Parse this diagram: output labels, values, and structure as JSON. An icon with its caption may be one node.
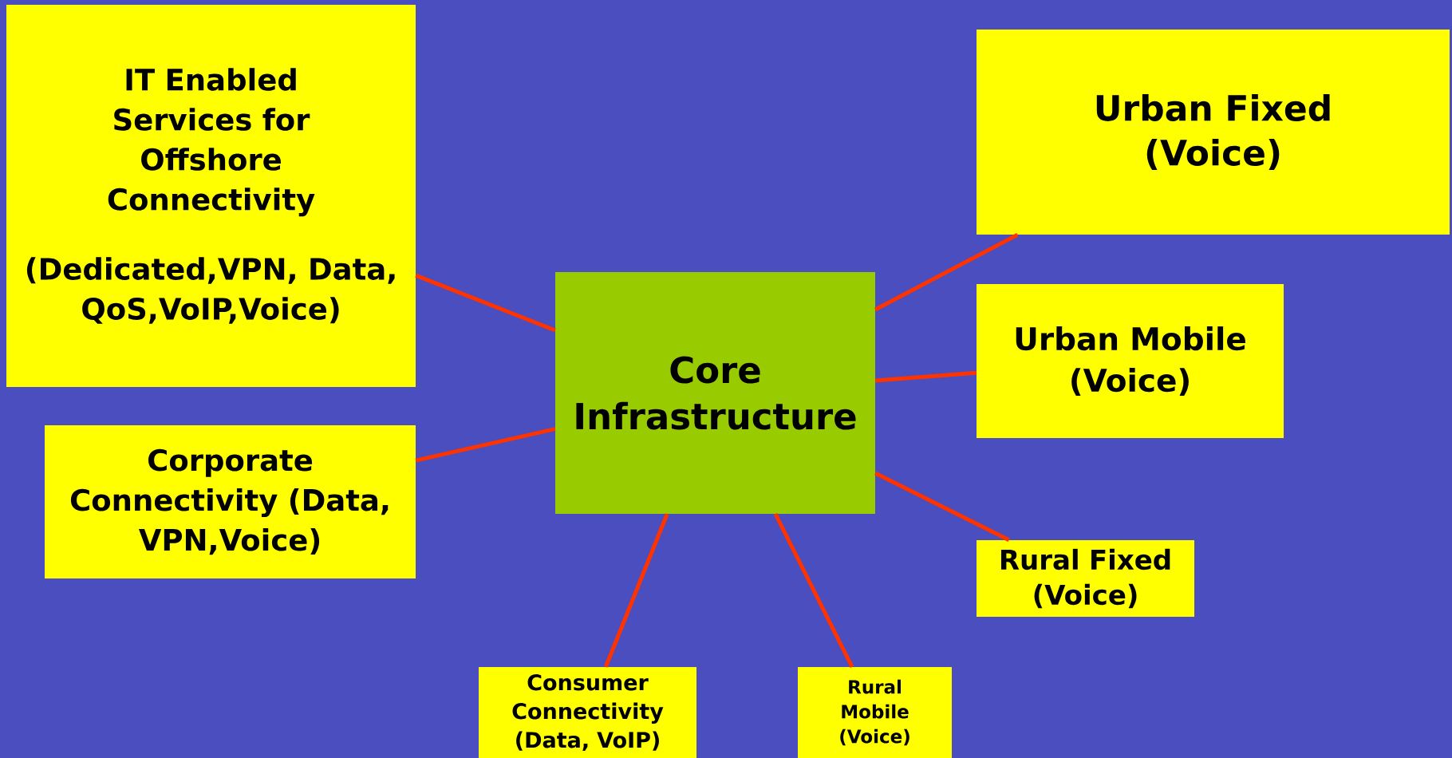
{
  "diagram": {
    "nodes": [
      {
        "text": [
          "IT Enabled Services for Offshore Connectivity",
          "(Dedicated,VPN, Data, QoS,VoIP,Voice)"
        ]
      },
      {
        "text": [
          "Urban Fixed (Voice)"
        ]
      },
      {
        "text": [
          "Urban Mobile (Voice)"
        ]
      },
      {
        "text": [
          "Core Infrastructure"
        ]
      },
      {
        "text": [
          "Corporate Connectivity (Data, VPN,Voice)"
        ]
      },
      {
        "text": [
          "Rural Fixed (Voice)"
        ]
      },
      {
        "text": [
          "Consumer Connectivity (Data, VoIP)"
        ]
      },
      {
        "text": [
          "Rural Mobile (Voice)"
        ]
      }
    ],
    "edges": [
      {
        "from": 3,
        "to": 0,
        "arrow": "none"
      },
      {
        "from": 3,
        "to": 1,
        "arrow": "none"
      },
      {
        "from": 3,
        "to": 2,
        "arrow": "none"
      },
      {
        "from": 3,
        "to": 4,
        "arrow": "none"
      },
      {
        "from": 3,
        "to": 5,
        "arrow": "none"
      },
      {
        "from": 3,
        "to": 6,
        "arrow": "none"
      },
      {
        "from": 3,
        "to": 7,
        "arrow": "none"
      }
    ]
  }
}
